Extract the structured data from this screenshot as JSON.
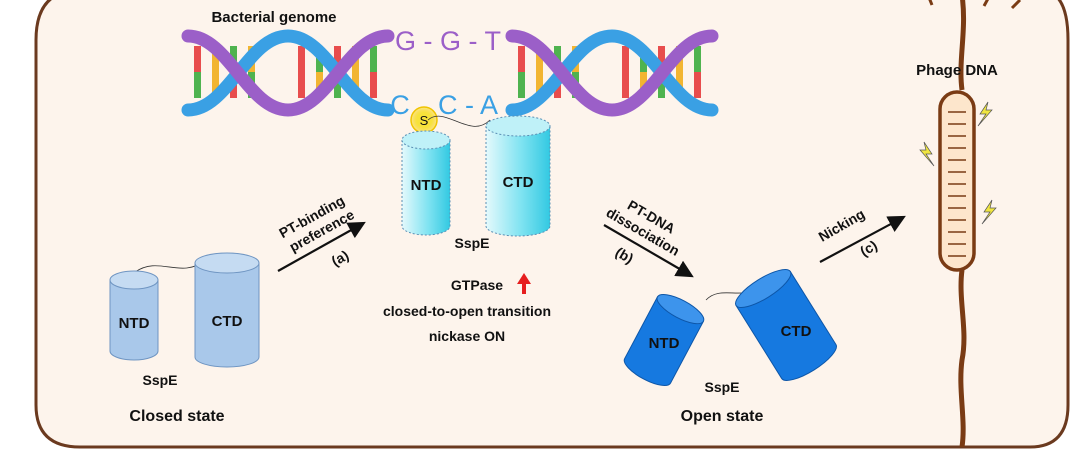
{
  "title": "Bacterial genome",
  "sequence": {
    "top": "G - G - T",
    "bottom_left": "C",
    "bottom_mid": "C - A"
  },
  "ps_mark": "S",
  "phage_label": "Phage DNA",
  "closed": {
    "ntd": "NTD",
    "ctd": "CTD",
    "name": "SspE",
    "state": "Closed state"
  },
  "bound": {
    "ntd": "NTD",
    "ctd": "CTD",
    "name": "SspE"
  },
  "open": {
    "ntd": "NTD",
    "ctd": "CTD",
    "name": "SspE",
    "state": "Open state"
  },
  "notes": {
    "gtpase": "GTPase",
    "transition": "closed-to-open transition",
    "nickase": "nickase ON"
  },
  "steps": {
    "a": {
      "line1": "PT-binding",
      "line2": "preference",
      "tag": "(a)"
    },
    "b": {
      "line1": "PT-DNA",
      "line2": "dissociation",
      "tag": "(b)"
    },
    "c": {
      "line1": "Nicking",
      "tag": "(c)"
    }
  },
  "colors": {
    "cell_bg": "#fdf4ec",
    "cell_border": "#6b3a1f",
    "closed_fill": "#a9c8ea",
    "bound_fill": "#56d8ec",
    "open_fill": "#1679e0",
    "helix_purple": "#9b5fc8",
    "helix_blue": "#3aa0e4",
    "up_arrow": "#e61e1e"
  }
}
